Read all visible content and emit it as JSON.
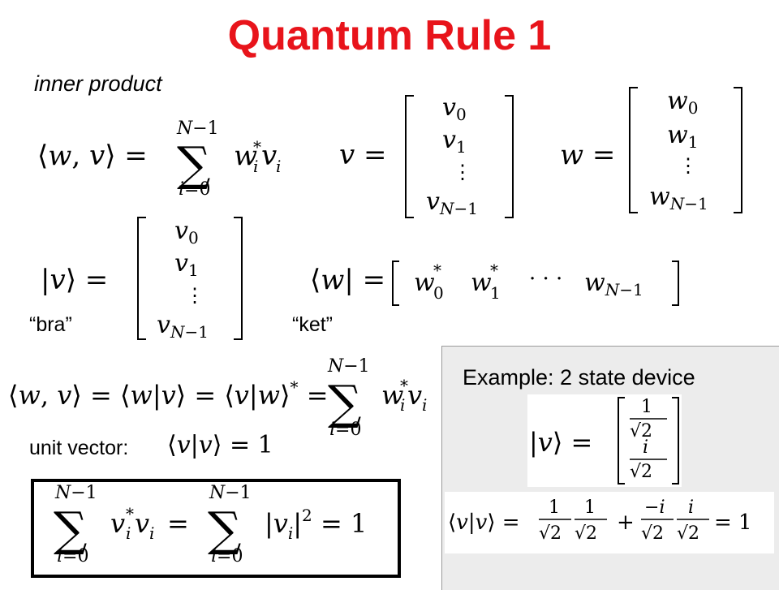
{
  "slide": {
    "title": "Quantum Rule 1",
    "inner_product_label": "inner product",
    "bra_label": "“bra”",
    "ket_label": "“ket”",
    "unit_vector_label": "unit vector:",
    "example_heading": "Example:  2 state device"
  },
  "colors": {
    "title": "#e8141b",
    "panel_bg": "#ececec"
  }
}
